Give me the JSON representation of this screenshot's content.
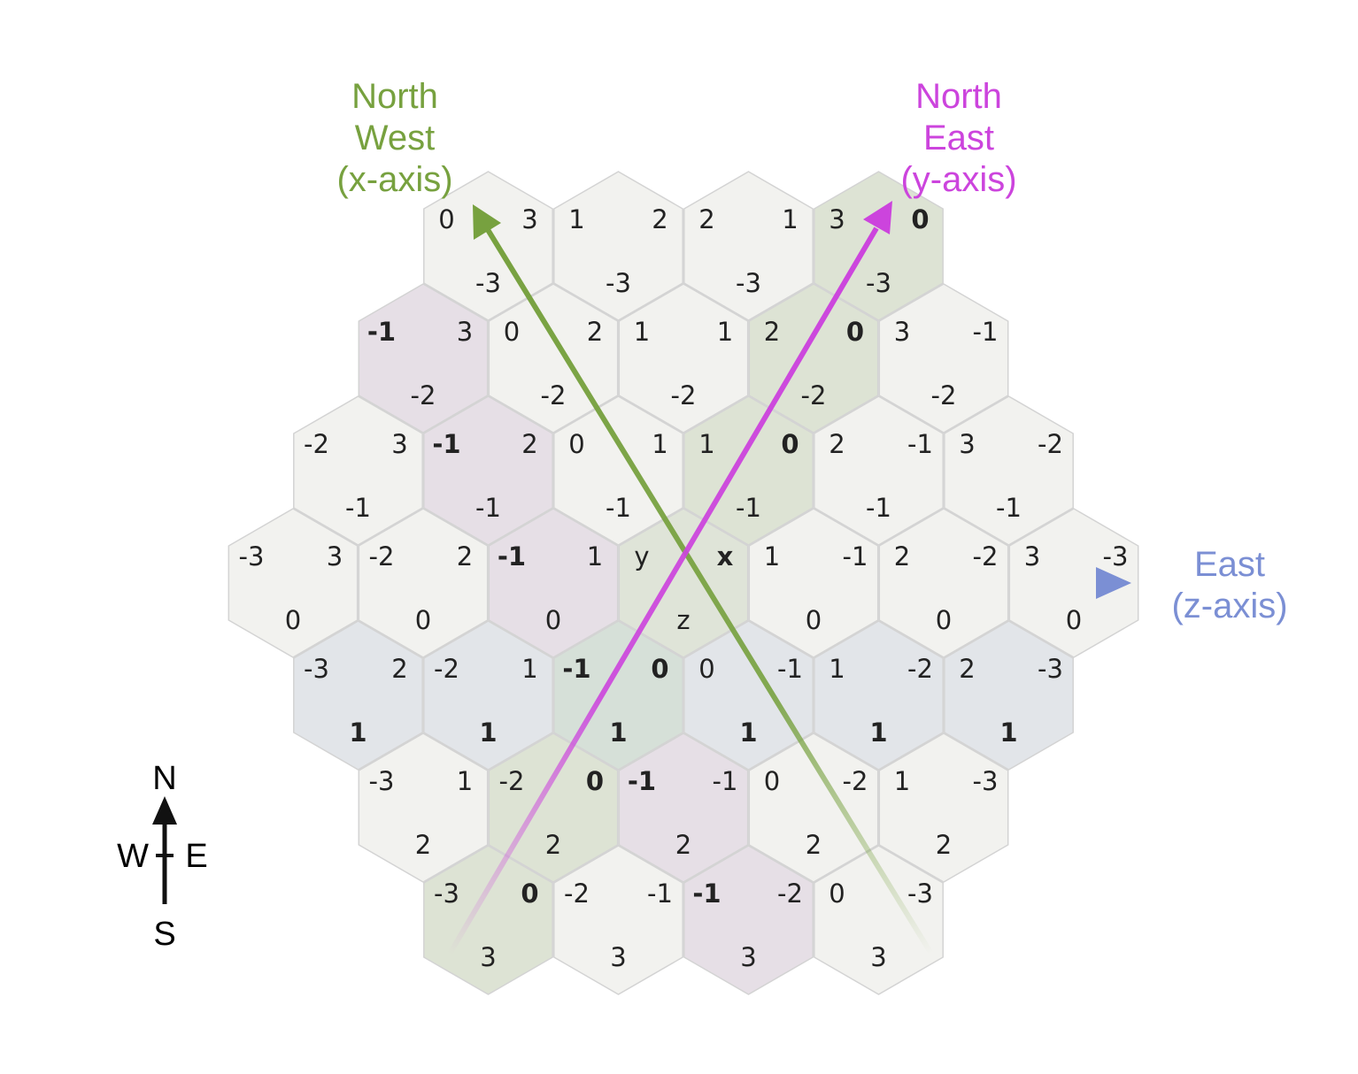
{
  "colors": {
    "x_axis": "#77a13f",
    "y_axis": "#cc44dd",
    "z_axis": "#7b8fd4",
    "z_positive_text": "#4a90d9",
    "tile_default": "#f2f2ef",
    "tile_x_zero": "#dde3d4",
    "tile_y_neg_one": "#e6dfe6",
    "tile_z_pos_one": "#e2e5e9",
    "tile_origin": "#dfe4d8",
    "tile_center_diag": "#d6e0d8",
    "tile_stroke": "#d3d3d3"
  },
  "labels": {
    "x_axis": [
      "North",
      "West",
      "(x-axis)"
    ],
    "y_axis": [
      "North",
      "East",
      "(y-axis)"
    ],
    "z_axis": [
      "East",
      "(z-axis)"
    ],
    "origin": {
      "x": "x",
      "y": "y",
      "z": "z"
    }
  },
  "compass": {
    "n": "N",
    "s": "S",
    "w": "W",
    "e": "E"
  },
  "grid": {
    "radius": 3,
    "tiles": [
      {
        "x": 3,
        "y": 0,
        "z": -3
      },
      {
        "x": 2,
        "y": 1,
        "z": -3
      },
      {
        "x": 1,
        "y": 2,
        "z": -3
      },
      {
        "x": 0,
        "y": 3,
        "z": -3
      },
      {
        "x": 3,
        "y": -1,
        "z": -2
      },
      {
        "x": 2,
        "y": 0,
        "z": -2
      },
      {
        "x": 1,
        "y": 1,
        "z": -2
      },
      {
        "x": 0,
        "y": 2,
        "z": -2
      },
      {
        "x": -1,
        "y": 3,
        "z": -2
      },
      {
        "x": 3,
        "y": -2,
        "z": -1
      },
      {
        "x": 2,
        "y": -1,
        "z": -1
      },
      {
        "x": 1,
        "y": 0,
        "z": -1
      },
      {
        "x": 0,
        "y": 1,
        "z": -1
      },
      {
        "x": -1,
        "y": 2,
        "z": -1
      },
      {
        "x": -2,
        "y": 3,
        "z": -1
      },
      {
        "x": 3,
        "y": -3,
        "z": 0
      },
      {
        "x": 2,
        "y": -2,
        "z": 0
      },
      {
        "x": 1,
        "y": -1,
        "z": 0
      },
      {
        "x": 0,
        "y": 0,
        "z": 0
      },
      {
        "x": -1,
        "y": 1,
        "z": 0
      },
      {
        "x": -2,
        "y": 2,
        "z": 0
      },
      {
        "x": -3,
        "y": 3,
        "z": 0
      },
      {
        "x": 2,
        "y": -3,
        "z": 1
      },
      {
        "x": 1,
        "y": -2,
        "z": 1
      },
      {
        "x": 0,
        "y": -1,
        "z": 1
      },
      {
        "x": -1,
        "y": 0,
        "z": 1
      },
      {
        "x": -2,
        "y": 1,
        "z": 1
      },
      {
        "x": -3,
        "y": 2,
        "z": 1
      },
      {
        "x": 1,
        "y": -3,
        "z": 2
      },
      {
        "x": 0,
        "y": -2,
        "z": 2
      },
      {
        "x": -1,
        "y": -1,
        "z": 2
      },
      {
        "x": -2,
        "y": 0,
        "z": 2
      },
      {
        "x": -3,
        "y": 1,
        "z": 2
      },
      {
        "x": 0,
        "y": -3,
        "z": 3
      },
      {
        "x": -1,
        "y": -2,
        "z": 3
      },
      {
        "x": -2,
        "y": -1,
        "z": 3
      },
      {
        "x": -3,
        "y": 0,
        "z": 3
      }
    ]
  }
}
